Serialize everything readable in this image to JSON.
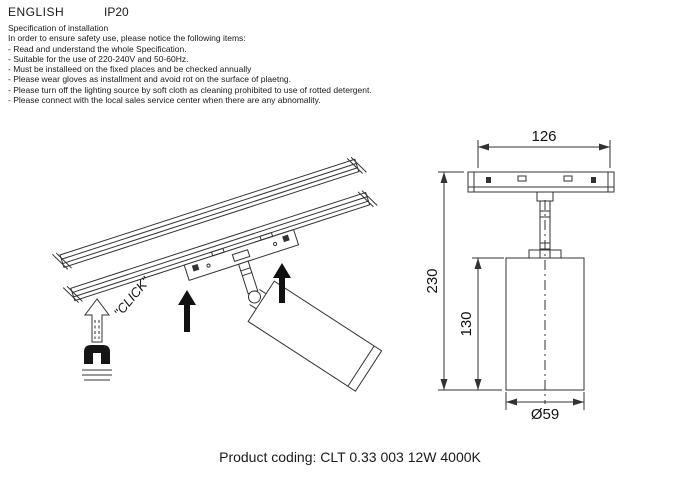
{
  "header": {
    "language": "ENGLISH",
    "ip_rating": "IP20"
  },
  "spec": {
    "title": "Specification of installation",
    "intro": "In order to ensure safety use, please notice the following items:",
    "items": [
      "- Read and understand the whole Specification.",
      "- Suitable for the use of 220-240V and 50-60Hz.",
      "- Must be installeed on the fixed places and be checked annually",
      "- Please wear gloves as installment and avoid rot on the surface of plaetng.",
      "- Please turn off the lighting source by soft cloth as cleaning prohibited to use of rotted detergent.",
      "- Please connect with the local sales service center when there are any abnomality."
    ]
  },
  "diagram": {
    "click_label": "\"CLICK\"",
    "dimensions": {
      "track_width": "126",
      "total_height": "230",
      "body_height": "130",
      "diameter": "Ø59"
    }
  },
  "footer": {
    "product_coding": "Product coding: CLT 0.33 003 12W 4000K"
  }
}
